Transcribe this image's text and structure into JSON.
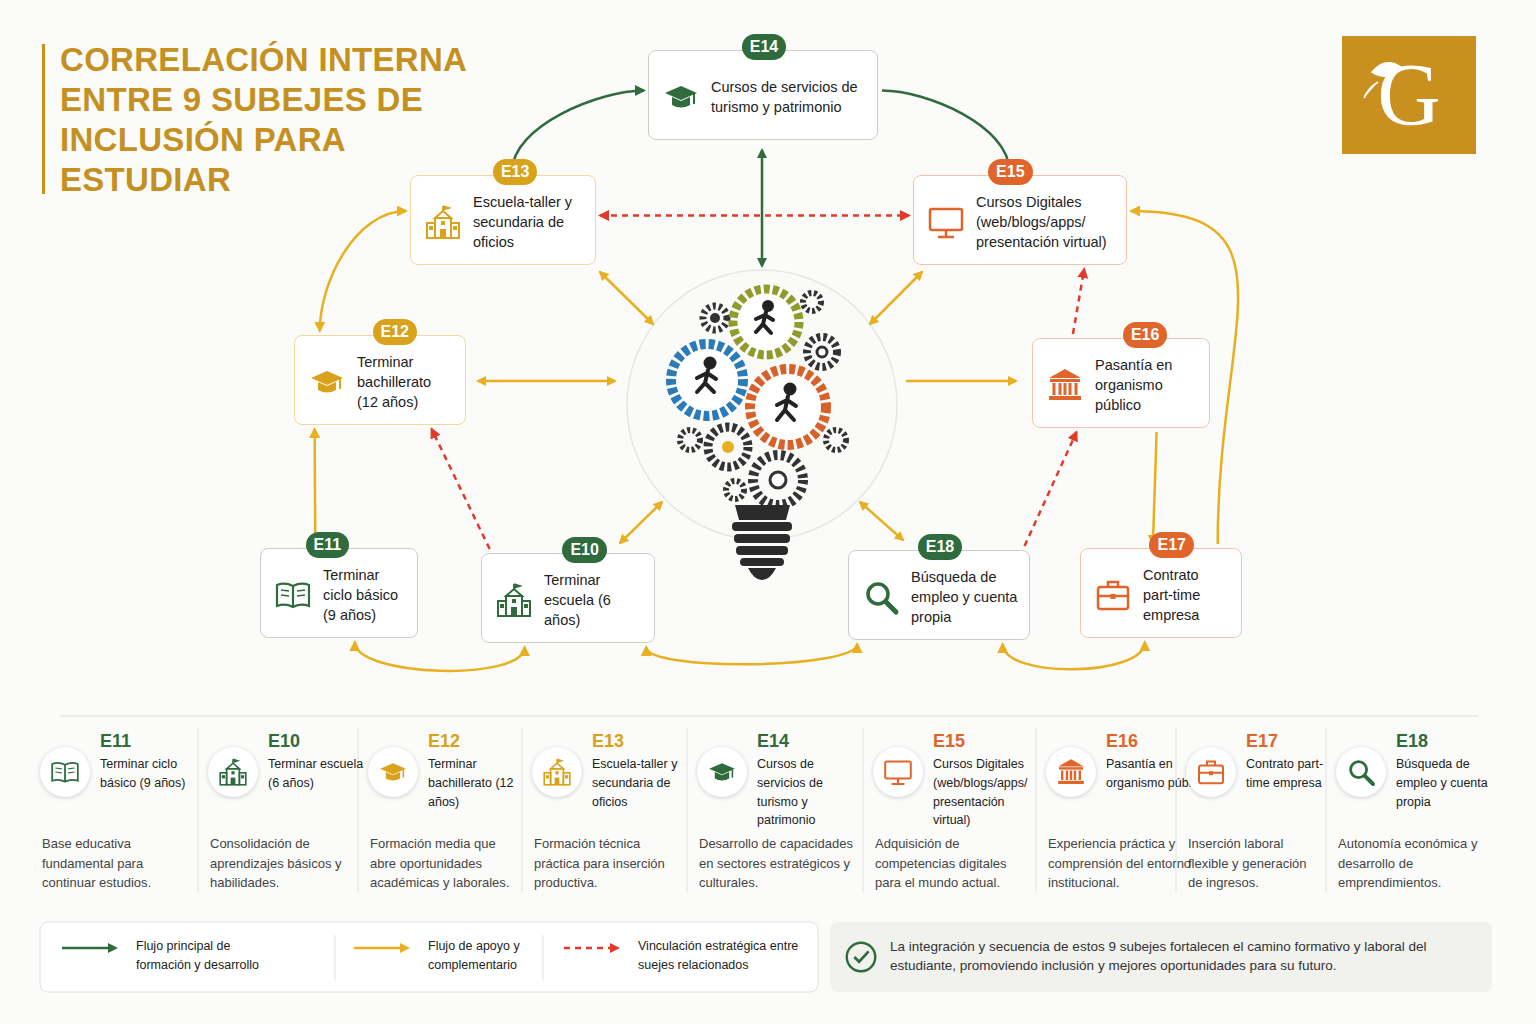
{
  "diagram": {
    "title": "CORRELACIÓN INTERNA ENTRE 9 SUBEJES DE INCLUSIÓN PARA ESTUDIAR",
    "nodes": [
      {
        "text": [
          "E14",
          "Cursos de servicios de turismo y patrimonio"
        ]
      },
      {
        "text": [
          "E13",
          "Escuela-taller y secundaria de oficios"
        ]
      },
      {
        "text": [
          "E15",
          "Cursos Digitales (web/blogs/apps/ presentación virtual)"
        ]
      },
      {
        "text": [
          "E12",
          "Terminar bachillerato (12 años)"
        ]
      },
      {
        "text": [
          "E16",
          "Pasantía en organismo público"
        ]
      },
      {
        "text": [
          "E11",
          "Terminar ciclo básico (9 años)"
        ]
      },
      {
        "text": [
          "E10",
          "Terminar escuela (6 años)"
        ]
      },
      {
        "text": [
          "E18",
          "Búsqueda de empleo y cuenta propia"
        ]
      },
      {
        "text": [
          "E17",
          "Contrato part-time empresa"
        ]
      },
      {
        "text": [
          "La integración y secuencia de estos 9 subejes fortalecen el camino formativo y laboral del estudiante, promoviendo inclusión y mejores oportunidades para su futuro."
        ]
      }
    ],
    "edges": [
      {
        "from": 1,
        "to": 0,
        "arrow": "to"
      },
      {
        "from": 0,
        "to": 2,
        "arrow": "to"
      },
      {
        "from": 1,
        "to": 2,
        "arrow": "both"
      },
      {
        "from": 3,
        "to": 1,
        "arrow": "both"
      },
      {
        "from": 5,
        "to": 3,
        "arrow": "to"
      },
      {
        "from": 6,
        "to": 3,
        "arrow": "to"
      },
      {
        "from": 5,
        "to": 6,
        "arrow": "both"
      },
      {
        "from": 6,
        "to": 7,
        "arrow": "both"
      },
      {
        "from": 7,
        "to": 8,
        "arrow": "both"
      },
      {
        "from": 7,
        "to": 4,
        "arrow": "to"
      },
      {
        "from": 4,
        "to": 2,
        "arrow": "to"
      },
      {
        "from": 4,
        "to": 8,
        "arrow": "to"
      },
      {
        "from": 8,
        "to": 2,
        "arrow": "to"
      }
    ],
    "labels": [
      "G",
      "E11",
      "Terminar ciclo básico (9 años)",
      "Base educativa fundamental para continuar estudios.",
      "E10",
      "Terminar escuela (6 años)",
      "Consolidación de aprendizajes básicos y habilidades.",
      "E12",
      "Terminar bachillerato (12 años)",
      "Formación media que abre oportunidades académicas y laborales.",
      "E13",
      "Escuela-taller y secundaria de oficios",
      "Formación técnica práctica para inserción productiva.",
      "E14",
      "Cursos de servicios de turismo y patrimonio",
      "Desarrollo de capacidades en sectores estratégicos y culturales.",
      "E15",
      "Cursos Digitales (web/blogs/apps/ presentación virtual)",
      "Adquisición de competencias digitales para el mundo actual.",
      "E16",
      "Pasantía en organismo público",
      "Experiencia práctica y comprensión del entorno institucional.",
      "E17",
      "Contrato part-time empresa",
      "Inserción laboral flexible y generación de ingresos.",
      "E18",
      "Búsqueda de empleo y cuenta propia",
      "Autonomía económica y desarrollo de emprendimientos."
    ],
    "legend": [
      {
        "text": "Flujo principal de formación y desarrollo"
      },
      {
        "text": "Flujo de apoyo y complementario"
      },
      {
        "text": "Vinculación estratégica entre suejes relacionados"
      }
    ]
  }
}
